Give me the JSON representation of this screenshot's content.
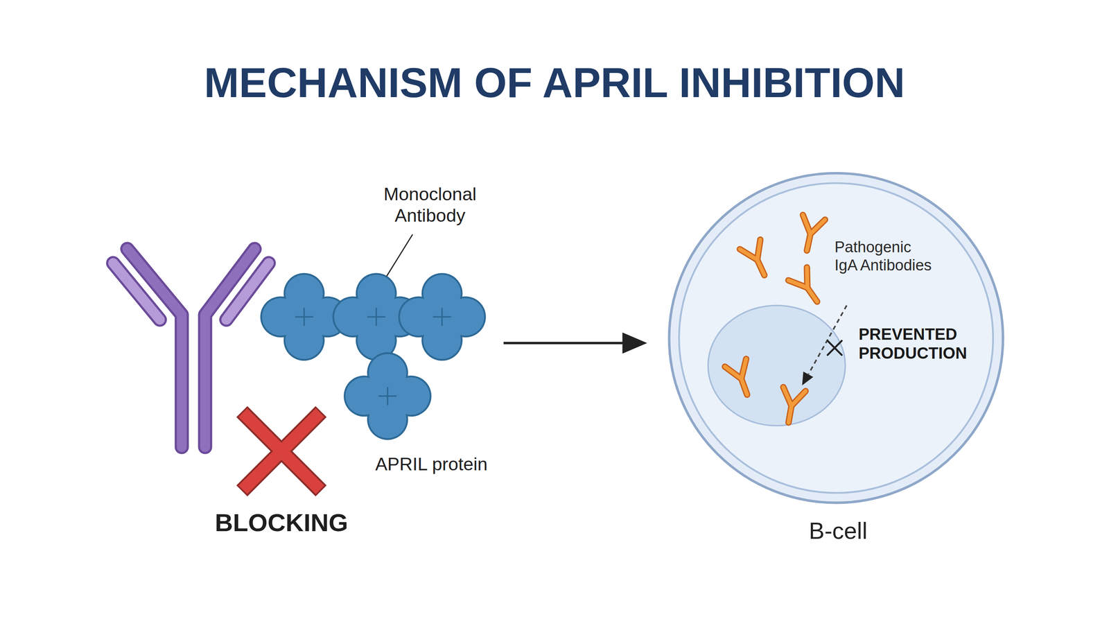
{
  "diagram": {
    "title": "MECHANISM OF APRIL INHIBITION",
    "nodes": [
      {
        "text": [
          "Pathogenic IgA Antibodies",
          "PREVENTED PRODUCTION",
          "B-cell"
        ]
      }
    ],
    "labels": [
      "Monoclonal Antibody",
      "APRIL protein",
      "BLOCKING"
    ]
  }
}
